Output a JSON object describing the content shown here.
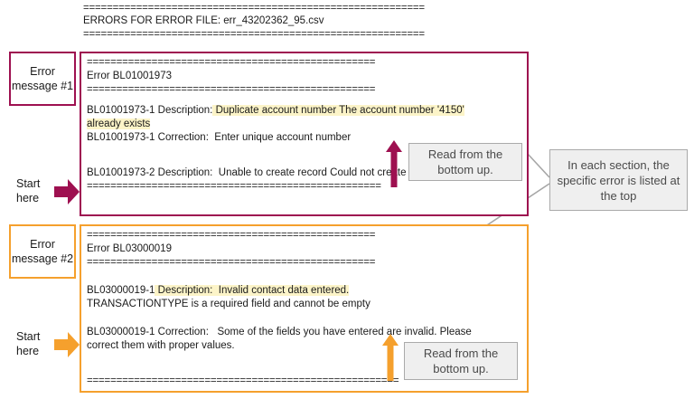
{
  "header": {
    "rule_top": "==========================================================",
    "title": "ERRORS FOR ERROR FILE: err_43202362_95.csv",
    "rule_bottom": "=========================================================="
  },
  "labels": {
    "error_message_1": "Error message #1",
    "error_message_2": "Error message #2",
    "start_here_1": "Start here",
    "start_here_2": "Start here"
  },
  "callouts": {
    "read_bottom_up_1": "Read from the bottom up.",
    "read_bottom_up_2": "Read from the bottom up.",
    "side_note": "In each section, the specific error is listed at the top"
  },
  "error_block_1": {
    "rule_top": "=================================================",
    "error_id_line": "Error BL01001973",
    "rule_mid": "=================================================",
    "desc_label": "BL01001973-1 Description:",
    "desc_text_line1": " Duplicate account number The account number '4150'",
    "desc_text_line2": "already exists",
    "corr_label": "BL01001973-1 Correction:",
    "corr_text": "  Enter unique account number",
    "desc2_label": "BL01001973-2 Description:",
    "desc2_text": "  Unable to create record Could not create GL Account record!",
    "rule_bottom": "=================================================="
  },
  "error_block_2": {
    "rule_top": "=================================================",
    "error_id_line": "Error BL03000019",
    "rule_mid": "=================================================",
    "desc_prefix": "BL03000019-1",
    "desc_label": " Description:  Invalid contact data entered.",
    "desc_text_line2": "TRANSACTIONTYPE is a required field and cannot be empty",
    "corr_label": "BL03000019-1 Correction:",
    "corr_text": "   Some of the fields you have entered are invalid. Please",
    "corr_text_line2": "correct them with proper values.",
    "rule_bottom": "====================================================="
  },
  "colors": {
    "maroon": "#9E1050",
    "orange": "#F5A02D",
    "highlight": "#FCF4C8",
    "callout_bg": "#efefef",
    "callout_border": "#aaaaaa",
    "connector": "#a6a6a6"
  }
}
